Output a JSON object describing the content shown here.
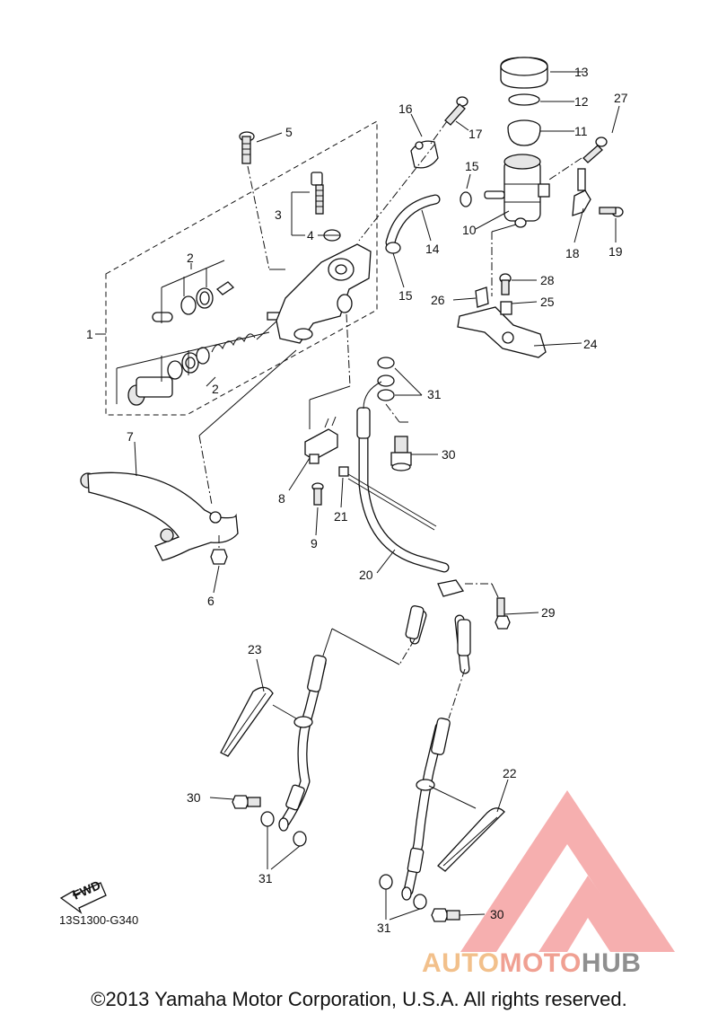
{
  "callouts": [
    {
      "id": "c1",
      "text": "1"
    },
    {
      "id": "c2a",
      "text": "2"
    },
    {
      "id": "c2b",
      "text": "2"
    },
    {
      "id": "c3",
      "text": "3"
    },
    {
      "id": "c4",
      "text": "4"
    },
    {
      "id": "c5",
      "text": "5"
    },
    {
      "id": "c6",
      "text": "6"
    },
    {
      "id": "c7",
      "text": "7"
    },
    {
      "id": "c8",
      "text": "8"
    },
    {
      "id": "c9",
      "text": "9"
    },
    {
      "id": "c10",
      "text": "10"
    },
    {
      "id": "c11",
      "text": "11"
    },
    {
      "id": "c12",
      "text": "12"
    },
    {
      "id": "c13",
      "text": "13"
    },
    {
      "id": "c14",
      "text": "14"
    },
    {
      "id": "c15a",
      "text": "15"
    },
    {
      "id": "c15b",
      "text": "15"
    },
    {
      "id": "c16",
      "text": "16"
    },
    {
      "id": "c17",
      "text": "17"
    },
    {
      "id": "c18",
      "text": "18"
    },
    {
      "id": "c19",
      "text": "19"
    },
    {
      "id": "c20",
      "text": "20"
    },
    {
      "id": "c21",
      "text": "21"
    },
    {
      "id": "c22",
      "text": "22"
    },
    {
      "id": "c23",
      "text": "23"
    },
    {
      "id": "c24",
      "text": "24"
    },
    {
      "id": "c25",
      "text": "25"
    },
    {
      "id": "c26",
      "text": "26"
    },
    {
      "id": "c27",
      "text": "27"
    },
    {
      "id": "c28",
      "text": "28"
    },
    {
      "id": "c29",
      "text": "29"
    },
    {
      "id": "c30a",
      "text": "30"
    },
    {
      "id": "c30b",
      "text": "30"
    },
    {
      "id": "c30c",
      "text": "30"
    },
    {
      "id": "c31a",
      "text": "31"
    },
    {
      "id": "c31b",
      "text": "31"
    },
    {
      "id": "c31c",
      "text": "31"
    }
  ],
  "fwd_label": "FWD",
  "drawing_code": "13S1300-G340",
  "copyright": "©2013 Yamaha Motor Corporation, U.S.A. All rights reserved.",
  "watermark": {
    "part1": "AUTO",
    "part2": "MOTO",
    "part3": "HUB",
    "colors": {
      "auto": "#f2c08b",
      "moto": "#f0a092",
      "hub": "#8f8f8f",
      "logo": "#ef6f6f"
    }
  },
  "icons": {
    "logo": "triangle-logo-icon",
    "direction": "fwd-arrow-icon"
  }
}
